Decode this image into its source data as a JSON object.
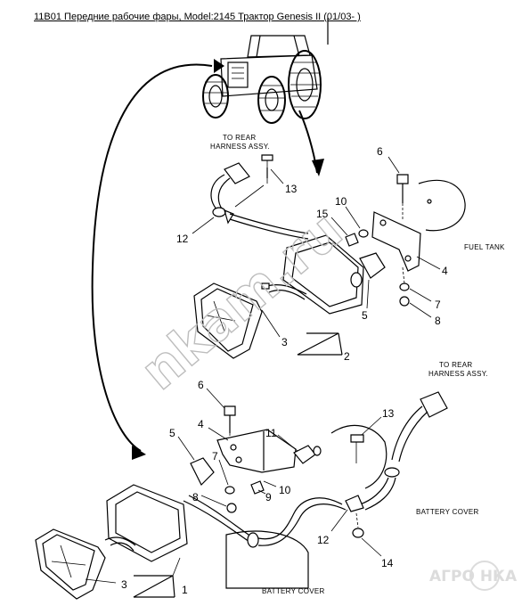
{
  "title": "11B01 Передние рабочие фары, Model:2145 Трактор Genesis II (01/03- )",
  "labels": {
    "to_rear_top": [
      "TO REAR",
      "HARNESS ASSY."
    ],
    "fuel_tank": "FUEL TANK",
    "to_rear_bottom": [
      "TO REAR",
      "HARNESS ASSY."
    ],
    "battery_cover_right": "BATTERY COVER",
    "battery_cover_bottom": "BATTERY COVER"
  },
  "callouts": {
    "upper": [
      "6",
      "10",
      "15",
      "13",
      "12",
      "4",
      "5",
      "7",
      "8",
      "3",
      "2"
    ],
    "lower": [
      "6",
      "4",
      "11",
      "5",
      "7",
      "8",
      "9",
      "10",
      "13",
      "12",
      "14",
      "3",
      "1"
    ]
  },
  "watermark": "nkam.ru",
  "logo": "АГРО НКА"
}
